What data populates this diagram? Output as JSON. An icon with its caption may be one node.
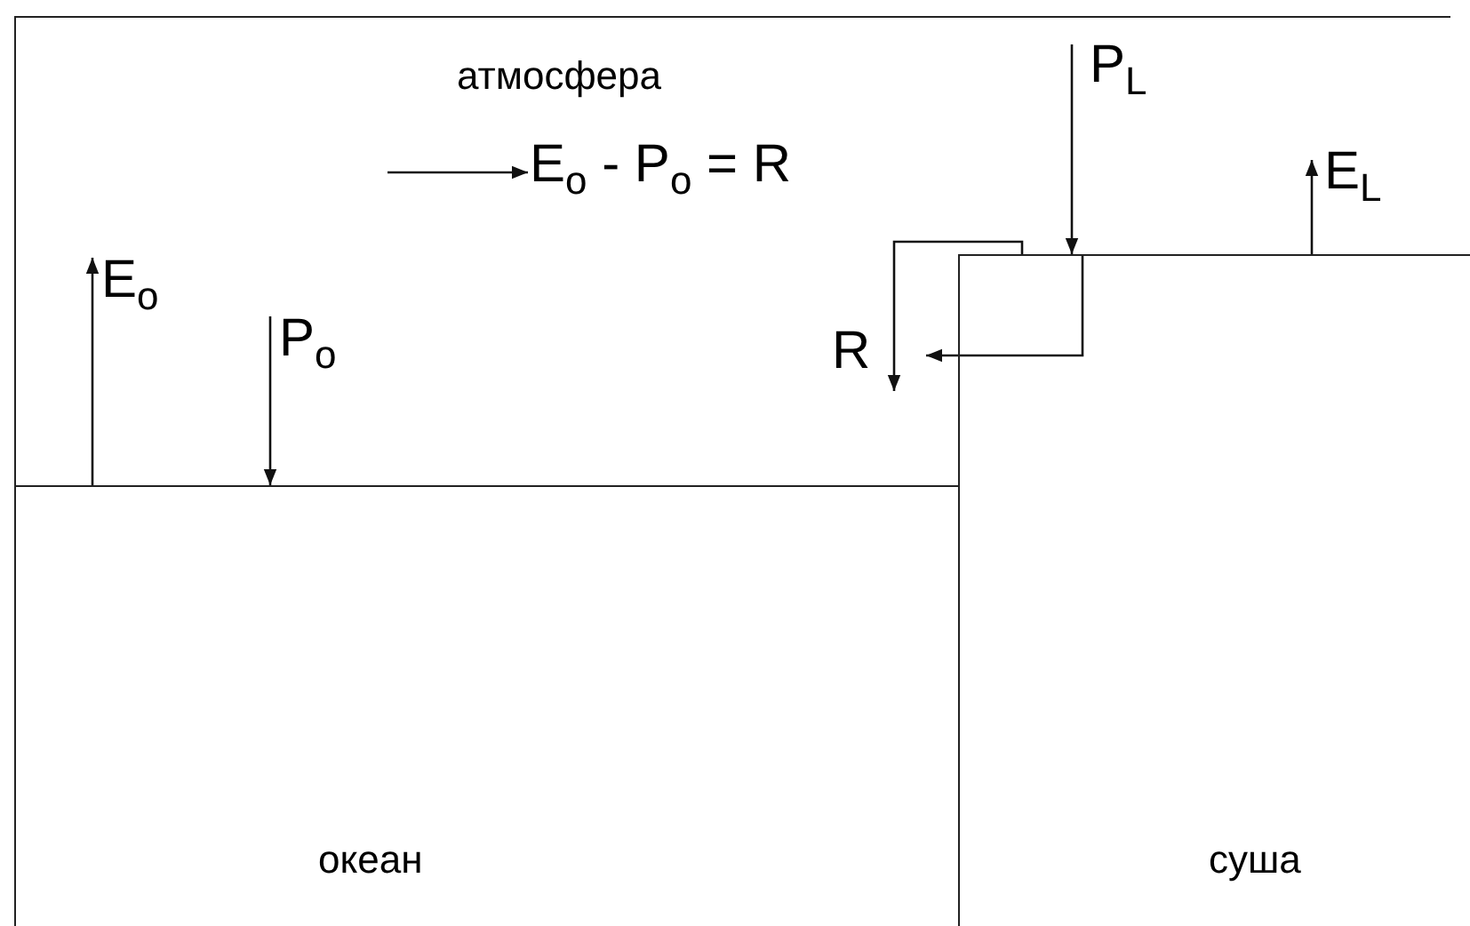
{
  "diagram": {
    "nodes": [
      {
        "text": [
          "океан"
        ]
      },
      {
        "text": [
          "суша"
        ]
      },
      {
        "text": [
          "E$_{o}$ - P$_{o}$ = R"
        ]
      }
    ],
    "edges": [
      {
        "from": 0,
        "to": null,
        "arrow": "to",
        "label": "E$_{o}$"
      },
      {
        "from": null,
        "to": 0,
        "arrow": "to",
        "label": "P$_{o}$"
      },
      {
        "from": null,
        "to": 2,
        "arrow": "to"
      },
      {
        "from": null,
        "to": 1,
        "arrow": "to",
        "label": "P$_{L}$"
      },
      {
        "from": 1,
        "to": null,
        "arrow": "to",
        "label": "E$_{L}$"
      },
      {
        "from": 1,
        "to": null,
        "arrow": "to",
        "label": "R"
      },
      {
        "from": 1,
        "to": null,
        "arrow": "to"
      }
    ],
    "labels": [
      "атмосфера"
    ]
  }
}
